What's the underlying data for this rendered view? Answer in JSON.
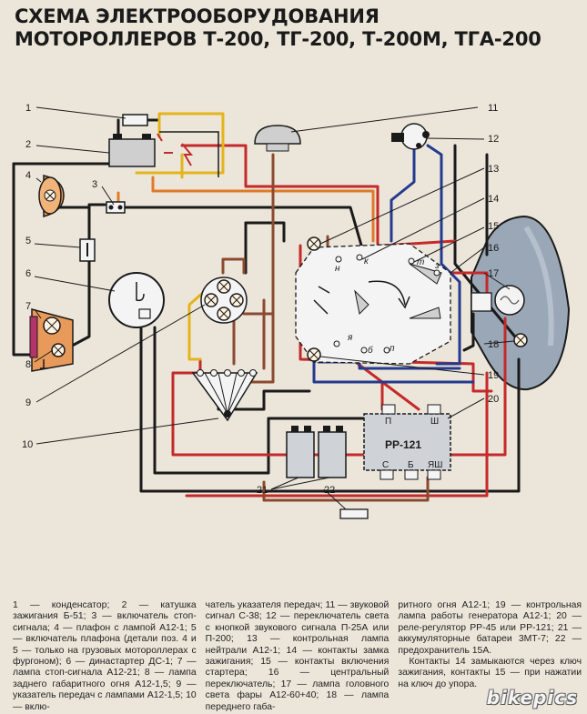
{
  "title": {
    "line1": "СХЕМА ЭЛЕКТРООБОРУДОВАНИЯ",
    "line2": "МОТОРОЛЛЕРОВ Т-200, ТГ-200, Т-200М, ТГА-200"
  },
  "callouts": [
    "1",
    "2",
    "3",
    "4",
    "5",
    "6",
    "7",
    "8",
    "9",
    "10",
    "11",
    "12",
    "13",
    "14",
    "15",
    "16",
    "17",
    "18",
    "19",
    "20",
    "21",
    "22"
  ],
  "labels": {
    "relay": "РР-121",
    "relay_p": "П",
    "relay_sh": "Ш",
    "relay_s": "С",
    "relay_b": "Б",
    "relay_yash": "ЯШ",
    "sw_n": "н",
    "sw_k": "к",
    "sw_t": "т",
    "sw_ya": "я",
    "sw_b": "б",
    "sw_p": "п",
    "sw_z": "з"
  },
  "legend": {
    "col1": "1 — конденсатор; 2 — катушка зажигания Б-51; 3 — включатель стоп-сигнала; 4 — плафон с лампой А12-1; 5 — включатель плафона (детали поз. 4 и 5 — только на грузовых мотороллерах с фургоном); 6 — династартер ДС-1; 7 — лампа стоп-сигнала А12-21; 8 — лампа заднего габаритного огня А12-1,5; 9 — указатель передач с лампами А12-1,5; 10 — вклю-",
    "col2": "чатель указателя передач; 11 — звуковой сигнал С-38; 12 — переключатель света с кнопкой звукового сигнала П-25А или П-200; 13 — контрольная лампа нейтрали А12-1; 14 — контакты замка зажигания; 15 — контакты включения стартера; 16 — центральный переключатель; 17 — лампа головного света фары А12-60+40; 18 — лампа переднего габа-",
    "col3a": "ритного огня А12-1; 19 — контрольная лампа работы генератора А12-1; 20 — реле-регулятор РР-45 или РР-121; 21 — аккумуляторные батареи 3МТ-7; 22 — предохранитель 15А.",
    "col3b": "Контакты 14 замыкаются через ключ зажигания, контакты 15 — при нажатии на ключ до упора."
  },
  "watermark": "bikepics",
  "colors": {
    "wire_red": "#c42a2a",
    "wire_blue": "#243a8e",
    "wire_yellow": "#e3b41c",
    "wire_orange": "#df7a28",
    "wire_brown": "#8a4a30",
    "wire_black": "#1a1a1a",
    "headlight": "#9aa7b6",
    "lamp_orange": "#e89a5a"
  }
}
